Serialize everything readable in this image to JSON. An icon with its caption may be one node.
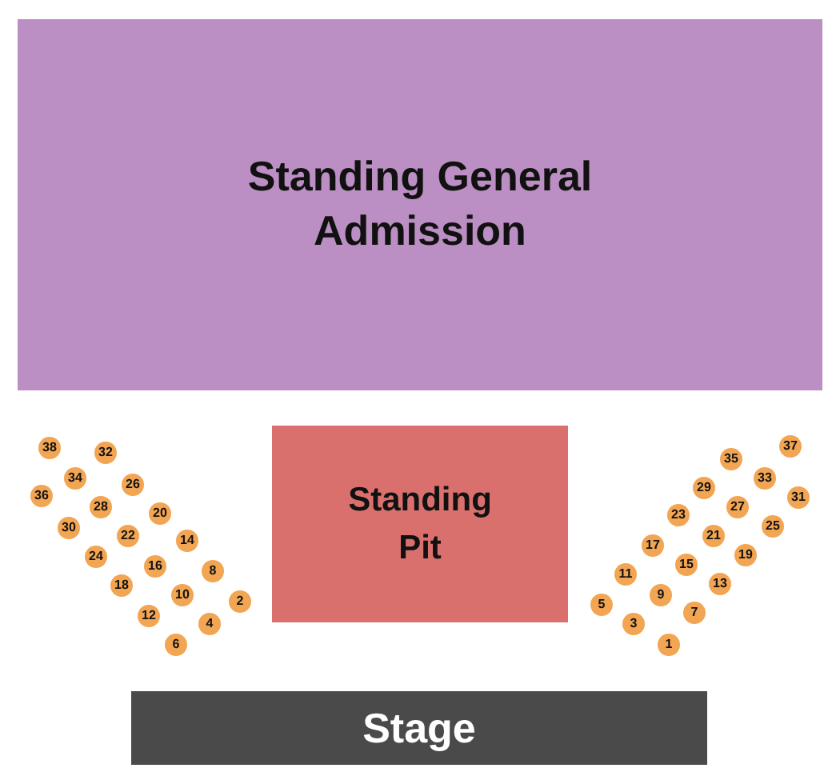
{
  "diagram": {
    "nodes": [
      {
        "text": [
          "Standing General Admission"
        ]
      },
      {
        "text": [
          "Standing Pit"
        ]
      },
      {
        "text": [
          "38"
        ]
      },
      {
        "text": [
          "32"
        ]
      },
      {
        "text": [
          "34"
        ]
      },
      {
        "text": [
          "26"
        ]
      },
      {
        "text": [
          "36"
        ]
      },
      {
        "text": [
          "28"
        ]
      },
      {
        "text": [
          "20"
        ]
      },
      {
        "text": [
          "30"
        ]
      },
      {
        "text": [
          "22"
        ]
      },
      {
        "text": [
          "14"
        ]
      },
      {
        "text": [
          "24"
        ]
      },
      {
        "text": [
          "16"
        ]
      },
      {
        "text": [
          "8"
        ]
      },
      {
        "text": [
          "18"
        ]
      },
      {
        "text": [
          "10"
        ]
      },
      {
        "text": [
          "2"
        ]
      },
      {
        "text": [
          "12"
        ]
      },
      {
        "text": [
          "4"
        ]
      },
      {
        "text": [
          "6"
        ]
      },
      {
        "text": [
          "37"
        ]
      },
      {
        "text": [
          "35"
        ]
      },
      {
        "text": [
          "33"
        ]
      },
      {
        "text": [
          "29"
        ]
      },
      {
        "text": [
          "31"
        ]
      },
      {
        "text": [
          "27"
        ]
      },
      {
        "text": [
          "23"
        ]
      },
      {
        "text": [
          "25"
        ]
      },
      {
        "text": [
          "21"
        ]
      },
      {
        "text": [
          "17"
        ]
      },
      {
        "text": [
          "19"
        ]
      },
      {
        "text": [
          "15"
        ]
      },
      {
        "text": [
          "11"
        ]
      },
      {
        "text": [
          "13"
        ]
      },
      {
        "text": [
          "9"
        ]
      },
      {
        "text": [
          "5"
        ]
      },
      {
        "text": [
          "7"
        ]
      },
      {
        "text": [
          "3"
        ]
      },
      {
        "text": [
          "1"
        ]
      },
      {
        "text": [
          "Stage"
        ]
      }
    ]
  }
}
